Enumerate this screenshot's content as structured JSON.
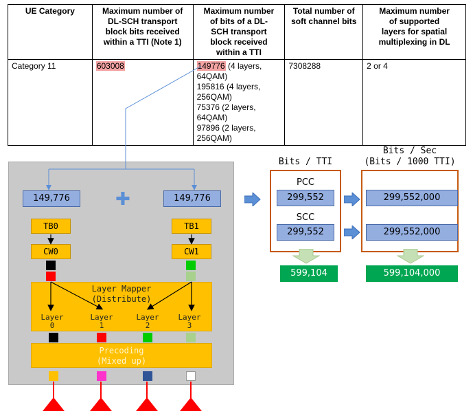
{
  "table": {
    "headers": [
      "UE Category",
      "Maximum number of DL-SCH transport block bits received within a TTI (Note 1)",
      "Maximum number of bits of a DL-SCH transport block received within a TTI",
      "Total number of soft channel bits",
      "Maximum number of supported layers for spatial multiplexing in DL"
    ],
    "header_lines": [
      [
        "UE Category"
      ],
      [
        "Maximum number of",
        "DL-SCH transport",
        "block bits received",
        "within a TTI (Note 1)"
      ],
      [
        "Maximum number",
        "of bits of a DL-",
        "SCH transport",
        "block received",
        "within a TTI"
      ],
      [
        "Total number of",
        "soft channel bits"
      ],
      [
        "Maximum number",
        "of supported",
        "layers for spatial",
        "multiplexing in DL"
      ]
    ],
    "row": {
      "category": "Category 11",
      "max_tb_bits": "603008",
      "max_bits_highlight": "149776",
      "max_bits_first_rest": " (4 layers,",
      "max_bits_lines": [
        "64QAM)",
        "195816 (4 layers,",
        "256QAM)",
        "75376 (2 layers,",
        "64QAM)",
        "97896 (2 layers,",
        "256QAM)"
      ],
      "soft_bits": "7308288",
      "layers": "2 or 4"
    }
  },
  "diagram": {
    "tb_bits_left": "149,776",
    "tb_bits_right": "149,776",
    "tb0": "TB0",
    "tb1": "TB1",
    "cw0": "CW0",
    "cw1": "CW1",
    "mapper_line1": "Layer Mapper",
    "mapper_line2": "(Distribute)",
    "layers": [
      {
        "name": "Layer",
        "num": "0"
      },
      {
        "name": "Layer",
        "num": "1"
      },
      {
        "name": "Layer",
        "num": "2"
      },
      {
        "name": "Layer",
        "num": "3"
      }
    ],
    "precoding_line1": "Precoding",
    "precoding_line2": "(Mixed up)",
    "colors": {
      "cw0_top": "#000000",
      "cw0_bottom": "#ff0000",
      "cw1_top": "#00cc00",
      "cw1_bottom": "#a9d18e",
      "layer0": "#000000",
      "layer1": "#ff0000",
      "layer2": "#00cc00",
      "layer3": "#a9d18e",
      "ant0": "#ffc000",
      "ant1": "#ff33cc",
      "ant2": "#2f5597",
      "ant3": "#ffffff"
    }
  },
  "bits_tti": {
    "header": "Bits / TTI",
    "pcc_label": "PCC",
    "pcc_value": "299,552",
    "scc_label": "SCC",
    "scc_value": "299,552",
    "total": "599,104"
  },
  "bits_sec": {
    "header_line1": "Bits / Sec",
    "header_line2": "(Bits / 1000 TTI)",
    "pcc_value": "299,552,000",
    "scc_value": "299,552,000",
    "total": "599,104,000"
  }
}
